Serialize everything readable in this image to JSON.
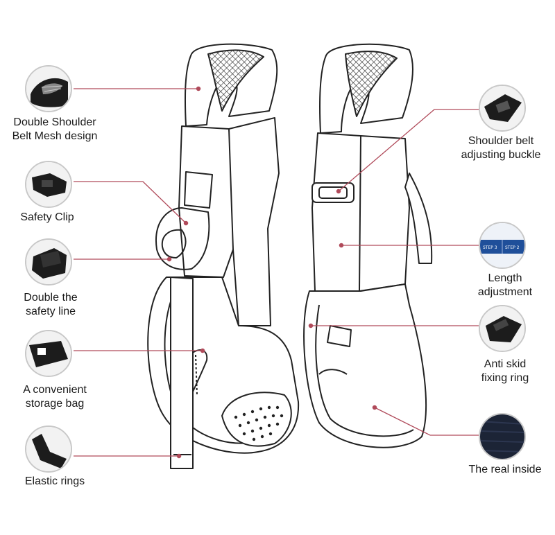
{
  "features": {
    "left": [
      {
        "id": "mesh",
        "label": "Double Shoulder\nBelt Mesh  design",
        "icon": "mesh-pad-icon"
      },
      {
        "id": "clip",
        "label": "Safety Clip",
        "icon": "safety-clip-icon"
      },
      {
        "id": "line",
        "label": "Double the\nsafety line",
        "icon": "safety-line-icon"
      },
      {
        "id": "bag",
        "label": "A convenient\nstorage bag",
        "icon": "storage-bag-icon"
      },
      {
        "id": "rings",
        "label": "Elastic rings",
        "icon": "elastic-ring-icon"
      }
    ],
    "right": [
      {
        "id": "buckle",
        "label": "Shoulder belt\nadjusting buckle",
        "icon": "buckle-icon"
      },
      {
        "id": "length",
        "label": "Length\nadjustment",
        "icon": "length-strap-icon",
        "step_a": "STEP 3",
        "step_b": "STEP 2"
      },
      {
        "id": "skid",
        "label": "Anti skid\nfixing ring",
        "icon": "fixing-ring-icon"
      },
      {
        "id": "inside",
        "label": "The real inside",
        "icon": "fabric-swatch-icon"
      }
    ]
  },
  "colors": {
    "leader_line": "#b04a5a",
    "outline": "#222222",
    "thumb_border": "#c8c8c8",
    "product_dark": "#1c1c1c",
    "strap_blue": "#1f4f9a",
    "fabric_navy": "#1c2436"
  }
}
